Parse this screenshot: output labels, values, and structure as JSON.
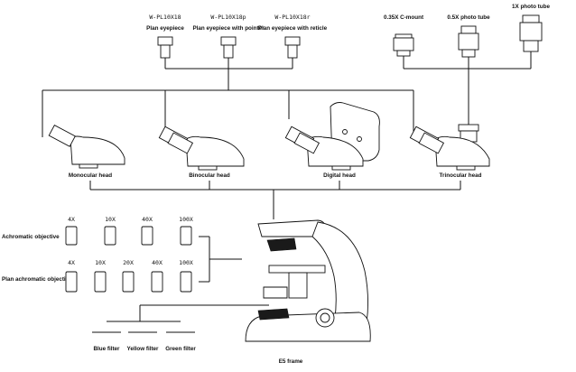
{
  "eyepieces": [
    {
      "code": "W-PL10X18",
      "name": "Plan eyepiece"
    },
    {
      "code": "W-PL10X18p",
      "name": "Plan eyepiece with pointer"
    },
    {
      "code": "W-PL10X18r",
      "name": "Plan eyepiece with reticle"
    }
  ],
  "photo": [
    {
      "code": "0.35X C-mount",
      "name": ""
    },
    {
      "code": "0.5X photo tube",
      "name": ""
    },
    {
      "code": "1X photo tube",
      "name": ""
    }
  ],
  "heads": [
    "Monocular head",
    "Binocular head",
    "Digital head",
    "Trinocular head"
  ],
  "objectives": {
    "achromatic_label": "Achromatic objective",
    "achromatic_mags": [
      "4X",
      "10X",
      "40X",
      "100X"
    ],
    "plan_label": "Plan  achromatic objective",
    "plan_mags": [
      "4X",
      "10X",
      "20X",
      "40X",
      "100X"
    ]
  },
  "filters": [
    "Blue filter",
    "Yellow filter",
    "Green filter"
  ],
  "frame_label": "E5 frame"
}
